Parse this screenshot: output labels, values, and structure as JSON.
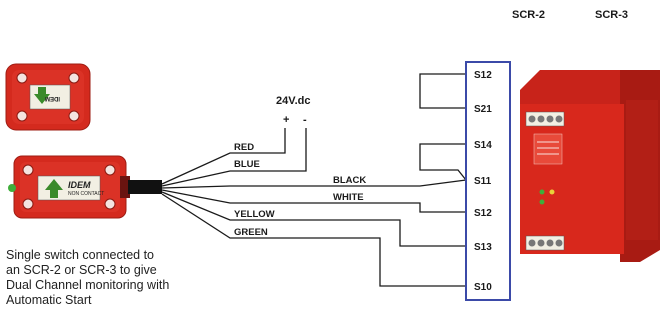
{
  "models": [
    "SCR-2",
    "SCR-3"
  ],
  "power": {
    "label": "24V.dc",
    "plus": "+",
    "minus": "-"
  },
  "wires": [
    "RED",
    "BLUE",
    "BLACK",
    "WHITE",
    "YELLOW",
    "GREEN"
  ],
  "terminals": [
    "S12",
    "S21",
    "S14",
    "S11",
    "S12",
    "S13",
    "S10"
  ],
  "switch": {
    "brand": "IDEM",
    "subtitle": "NON CONTACT"
  },
  "caption": [
    "Single switch connected to",
    "an SCR-2 or SCR-3 to give",
    "Dual Channel monitoring with",
    "Automatic Start"
  ],
  "colors": {
    "switch_red": "#d42a1e",
    "terminal_border": "#3b4aa8",
    "wire": "#1a1a1a",
    "relay_red": "#d8281c"
  }
}
